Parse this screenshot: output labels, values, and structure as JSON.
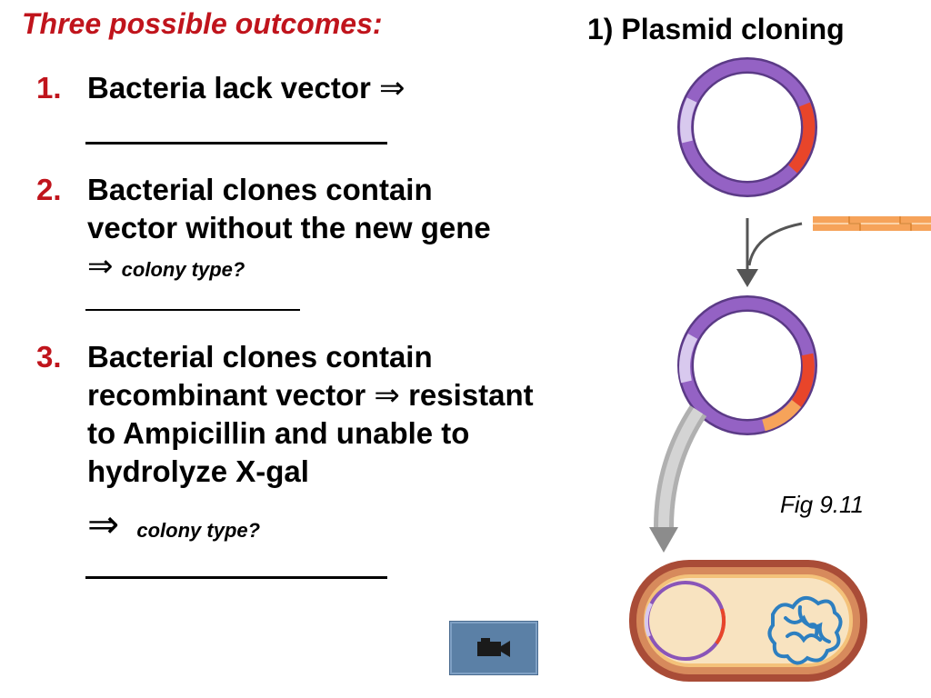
{
  "slide": {
    "title": "Three possible outcomes:",
    "figure_title": "1) Plasmid cloning",
    "items": [
      {
        "number": "1.",
        "text": "Bacteria lack vector",
        "arrow": "⇒"
      },
      {
        "number": "2.",
        "text": "Bacterial clones contain vector without the new gene",
        "arrow": "⇒",
        "question": "colony type?"
      },
      {
        "number": "3.",
        "text": "Bacterial clones contain recombinant vector",
        "arrow": "⇒",
        "text2": "resistant to Ampicillin and unable to hydrolyze X-gal",
        "question": "colony type?"
      }
    ],
    "fig_caption": "Fig 9.11",
    "movie_button_icon": "movie-camera-icon"
  },
  "colors": {
    "accent_red": "#c0141c",
    "plasmid_purple": "#8a55b8",
    "plasmid_light": "#c9b4e6",
    "insert_orange": "#e8452a",
    "gene_orange": "#f6a35a",
    "cell_wall": "#b5533c",
    "cell_inner": "#f7dfb9",
    "chromosome_blue": "#2d7fc0",
    "button_blue": "#5b80a6"
  }
}
